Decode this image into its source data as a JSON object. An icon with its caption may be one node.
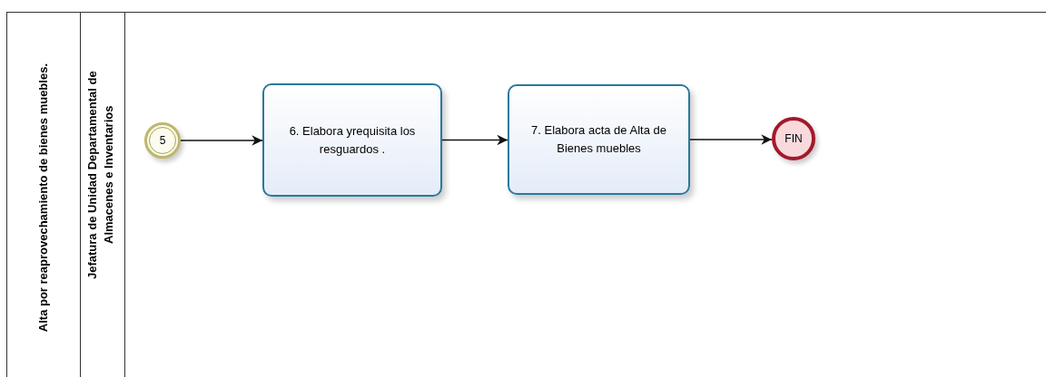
{
  "diagram": {
    "nodes": [
      {
        "text": [
          "Alta por reaprovechamiento de bienes muebles."
        ]
      },
      {
        "text": [
          "Jefatura de Unidad Departamental de Almacenes e Inventarios"
        ],
        "in": 0
      },
      {
        "text": [
          "5"
        ],
        "in": 1
      },
      {
        "text": [
          "6. Elabora yrequisita los resguardos ."
        ],
        "in": 1
      },
      {
        "text": [
          "7. Elabora acta de Alta de Bienes muebles"
        ],
        "in": 1
      },
      {
        "text": [
          "FIN"
        ],
        "in": 1
      }
    ],
    "edges": [
      {
        "from": 2,
        "to": 3,
        "arrow": "to"
      },
      {
        "from": 3,
        "to": 4,
        "arrow": "to"
      },
      {
        "from": 4,
        "to": 5,
        "arrow": "to"
      }
    ]
  }
}
